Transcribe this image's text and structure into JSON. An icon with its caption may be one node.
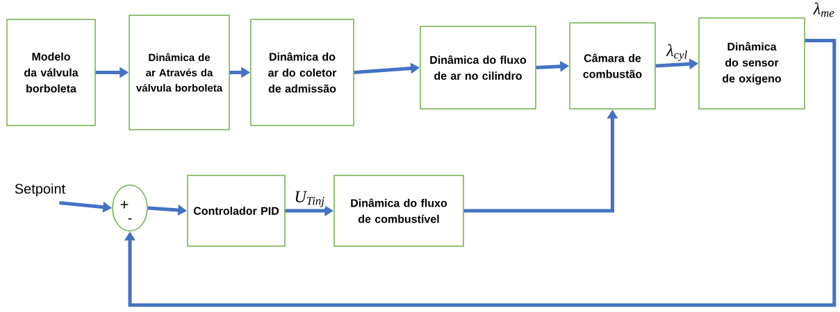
{
  "diagram": {
    "nodes": [
      {
        "text": [
          "Modelo da válvula borboleta"
        ]
      },
      {
        "text": [
          "Dinâmica de ar Através da válvula borboleta"
        ]
      },
      {
        "text": [
          "Dinâmica do ar do coletor de admissão"
        ]
      },
      {
        "text": [
          "Dinâmica do fluxo de ar no cilindro"
        ]
      },
      {
        "text": [
          "Câmara de combustão"
        ]
      },
      {
        "text": [
          "Dinâmica do sensor de oxigeno"
        ]
      },
      {
        "text": [
          "Setpoint"
        ]
      },
      {
        "text": [
          "+",
          "-"
        ]
      },
      {
        "text": [
          "Controlador PID"
        ]
      },
      {
        "text": [
          "Dinâmica do fluxo de combustível"
        ]
      }
    ],
    "edges": [
      {
        "from": 0,
        "to": 1,
        "arrow": "to"
      },
      {
        "from": 1,
        "to": 2,
        "arrow": "to"
      },
      {
        "from": 2,
        "to": 3,
        "arrow": "to"
      },
      {
        "from": 3,
        "to": 4,
        "arrow": "to"
      },
      {
        "from": 4,
        "to": 5,
        "arrow": "to",
        "label": "λ$_{cyl}$"
      },
      {
        "from": 5,
        "to": 7,
        "arrow": "to",
        "label": "λ$_{me}$"
      },
      {
        "from": 6,
        "to": 7,
        "arrow": "to"
      },
      {
        "from": 7,
        "to": 8,
        "arrow": "to"
      },
      {
        "from": 8,
        "to": 9,
        "arrow": "to",
        "label": "U$_{Tinj}$"
      },
      {
        "from": 9,
        "to": 4,
        "arrow": "to"
      }
    ]
  }
}
